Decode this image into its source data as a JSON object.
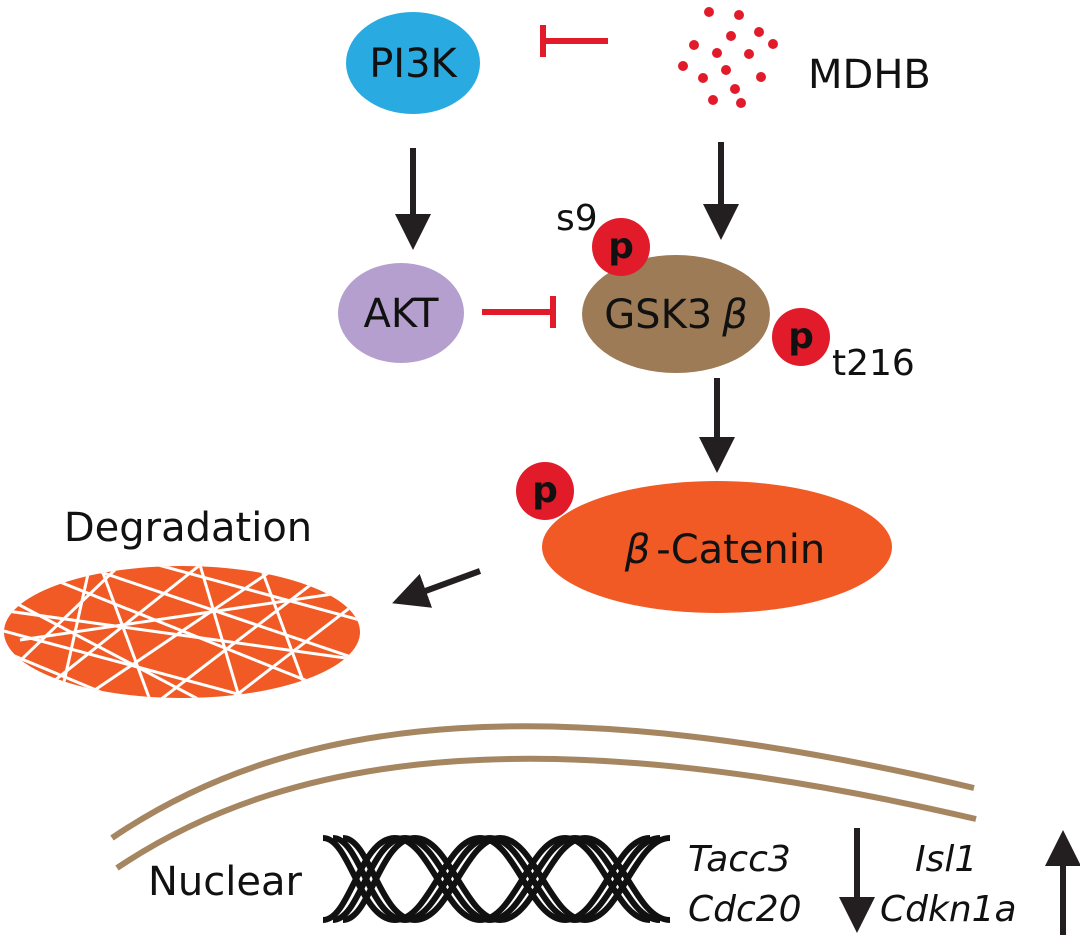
{
  "nodes": {
    "pi3k": "PI3K",
    "mdhb": "MDHB",
    "akt": "AKT",
    "gsk3b_prefix": "GSK3",
    "gsk3b_greek": "β",
    "catenin_greek": "β",
    "catenin_suffix": "-Catenin"
  },
  "phospho": {
    "label": "p",
    "site_s9": "s9",
    "site_t216": "t216"
  },
  "degradation": "Degradation",
  "nucleus": {
    "label": "Nuclear",
    "down_genes": [
      "Tacc3",
      "Cdc20"
    ],
    "up_genes": [
      "Isl1",
      "Cdkn1a"
    ]
  },
  "colors": {
    "pi3k": "#29aae1",
    "akt": "#b59fcf",
    "gsk3b": "#9c7b56",
    "catenin": "#f15a24",
    "phospho": "#e21b2a",
    "mdhb_dots": "#e21b2a",
    "inhibit": "#e21b2a",
    "activate": "#231f20",
    "membrane": "#a58660",
    "dna": "#111111"
  }
}
